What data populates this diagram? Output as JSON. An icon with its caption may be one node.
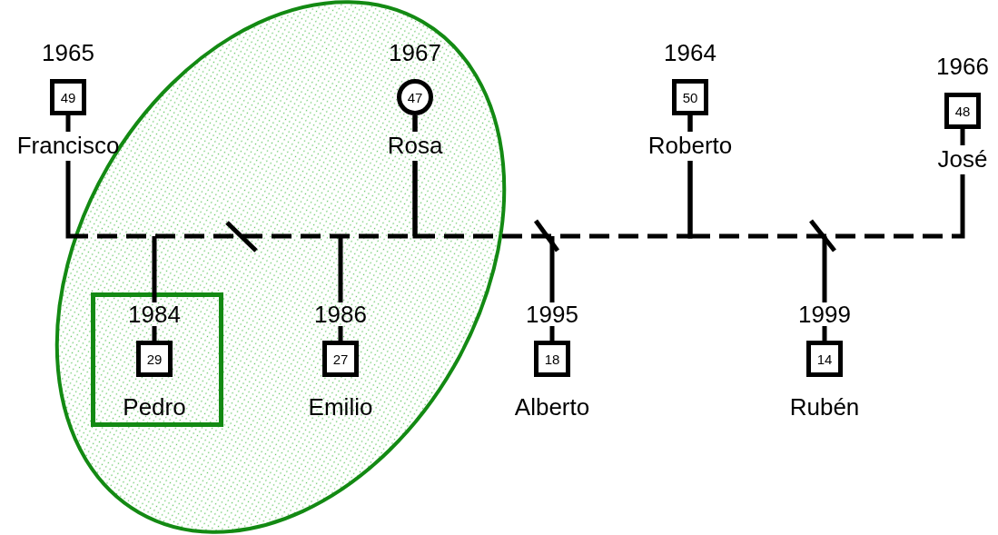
{
  "diagram": {
    "nodes": [
      {
        "text": [
          "49"
        ],
        "beside": [
          "1965",
          "Francisco"
        ]
      },
      {
        "text": [],
        "shape": "ellipse"
      },
      {
        "text": [
          "47"
        ],
        "beside": [
          "1967",
          "Rosa"
        ],
        "in": 1
      },
      {
        "text": [
          "50"
        ],
        "beside": [
          "1964",
          "Roberto"
        ]
      },
      {
        "text": [
          "48"
        ],
        "beside": [
          "1966",
          "José"
        ]
      },
      {
        "text": [],
        "shape": "box",
        "in": 1
      },
      {
        "text": [
          "29"
        ],
        "beside": [
          "1984",
          "Pedro"
        ],
        "in": 5
      },
      {
        "text": [
          "27"
        ],
        "beside": [
          "1986",
          "Emilio"
        ],
        "in": 1
      },
      {
        "text": [
          "18"
        ],
        "beside": [
          "1995",
          "Alberto"
        ]
      },
      {
        "text": [
          "14"
        ],
        "beside": [
          "1999",
          "Rubén"
        ]
      }
    ],
    "edges": [
      {
        "from": 0,
        "to": 2,
        "arrow": "none",
        "style": "dashed"
      },
      {
        "from": 2,
        "to": 3,
        "arrow": "none",
        "style": "dashed"
      },
      {
        "from": 3,
        "to": 4,
        "arrow": "none",
        "style": "dashed"
      },
      {
        "from": null,
        "to": 6,
        "arrow": "none"
      },
      {
        "from": null,
        "to": 7,
        "arrow": "none"
      },
      {
        "from": null,
        "to": 8,
        "arrow": "none"
      },
      {
        "from": null,
        "to": 9,
        "arrow": "none"
      }
    ]
  }
}
